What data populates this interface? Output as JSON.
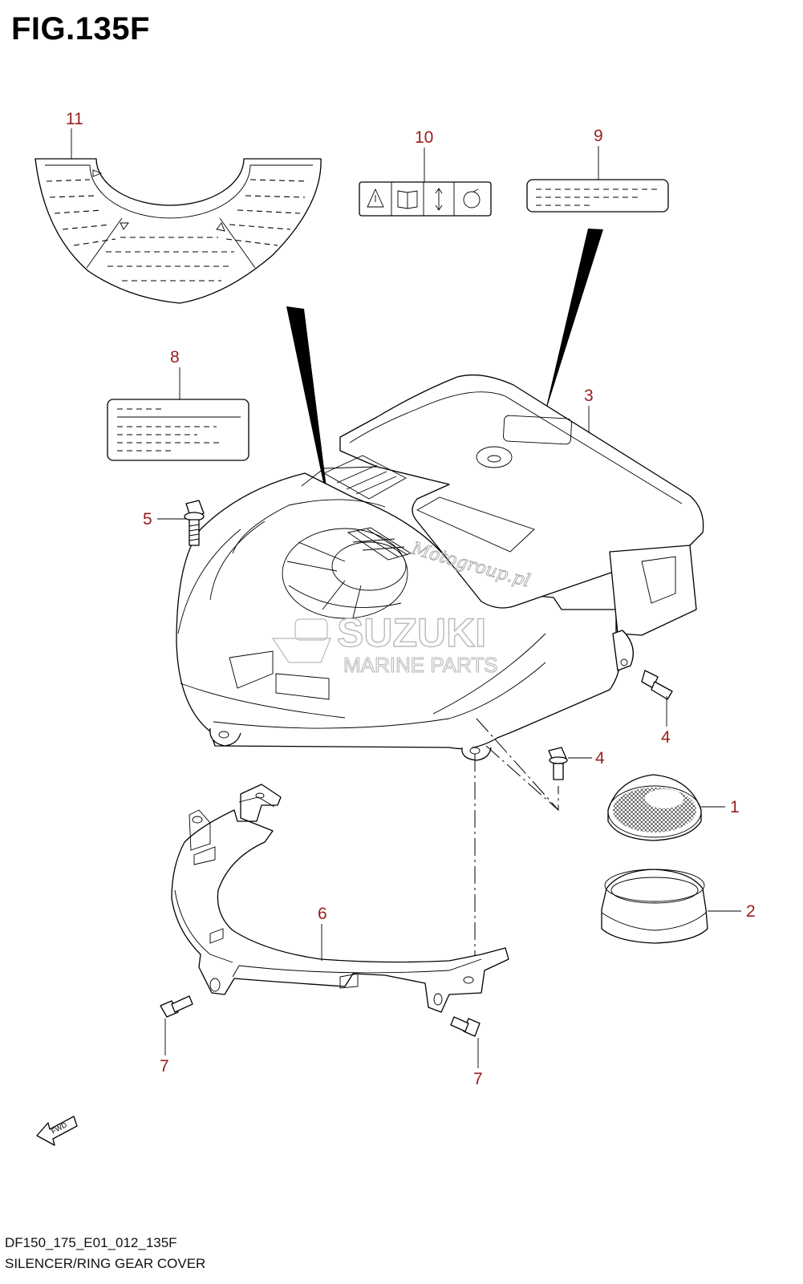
{
  "figure": {
    "title": "FIG.135F"
  },
  "callouts": [
    {
      "id": "c1",
      "text": "1"
    },
    {
      "id": "c2",
      "text": "2"
    },
    {
      "id": "c3",
      "text": "3"
    },
    {
      "id": "c4a",
      "text": "4"
    },
    {
      "id": "c4b",
      "text": "4"
    },
    {
      "id": "c5",
      "text": "5"
    },
    {
      "id": "c6",
      "text": "6"
    },
    {
      "id": "c7a",
      "text": "7"
    },
    {
      "id": "c7b",
      "text": "7"
    },
    {
      "id": "c8",
      "text": "8"
    },
    {
      "id": "c9",
      "text": "9"
    },
    {
      "id": "c10",
      "text": "10"
    },
    {
      "id": "c11",
      "text": "11"
    }
  ],
  "watermark": {
    "brand": "SUZUKI",
    "subtitle": "MARINE PARTS",
    "site": "Motogroup.pl"
  },
  "direction_label": "FWD",
  "footer": {
    "code": "DF150_175_E01_012_135F",
    "caption": "SILENCER/RING GEAR COVER"
  },
  "colors": {
    "callout": "#9c1c1c",
    "line": "#000000",
    "watermark": "#b9b9b9"
  }
}
